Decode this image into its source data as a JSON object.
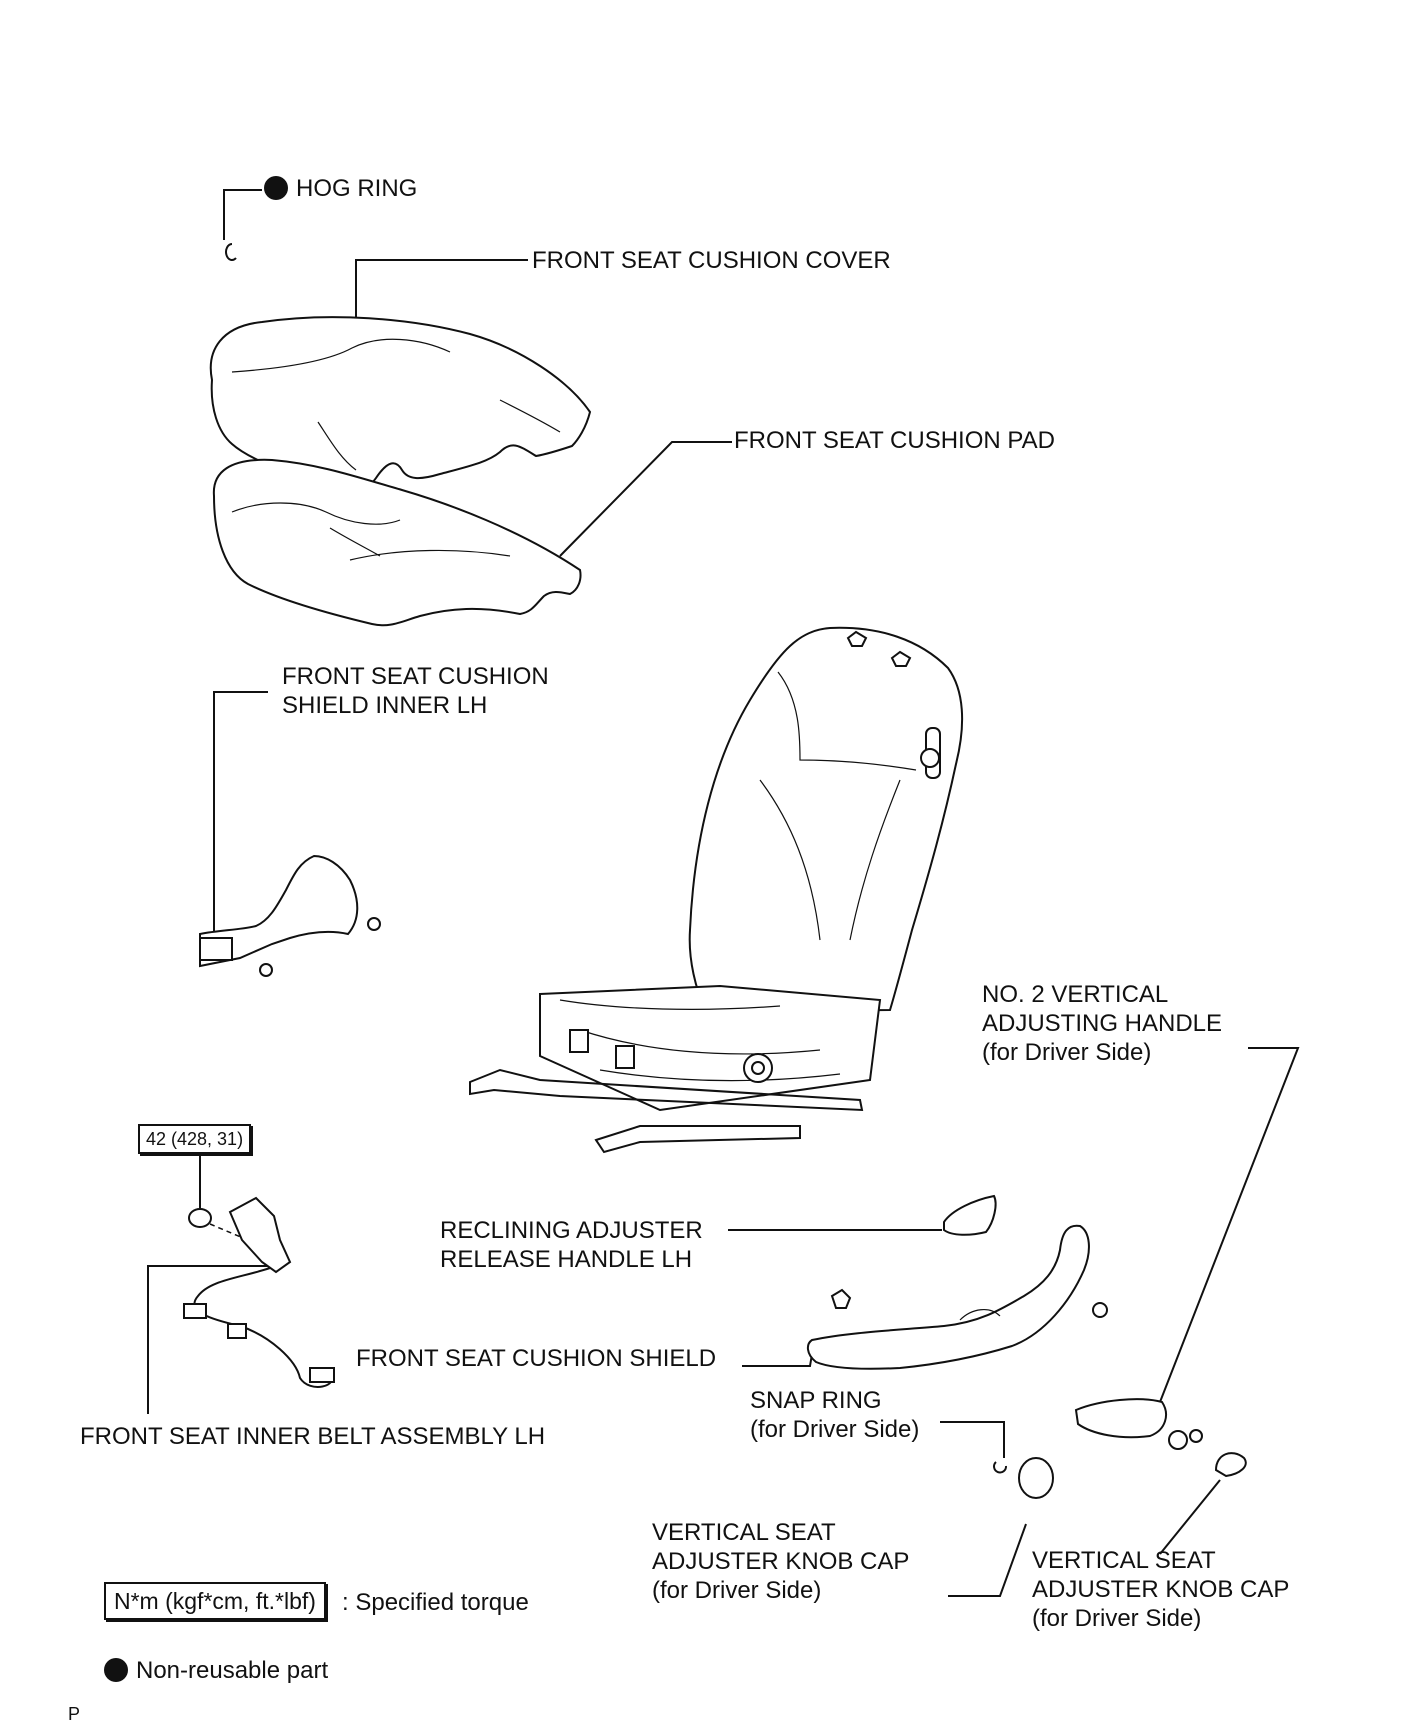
{
  "labels": {
    "hog_ring": "HOG RING",
    "cushion_cover": "FRONT SEAT CUSHION COVER",
    "cushion_pad": "FRONT SEAT CUSHION PAD",
    "shield_inner_l1": "FRONT SEAT CUSHION",
    "shield_inner_l2": "SHIELD INNER LH",
    "vert_handle_l1": "NO. 2 VERTICAL",
    "vert_handle_l2": "ADJUSTING HANDLE",
    "vert_handle_l3": "(for Driver Side)",
    "torque_value": "42 (428, 31)",
    "recline_l1": "RECLINING ADJUSTER",
    "recline_l2": "RELEASE HANDLE LH",
    "cushion_shield": "FRONT SEAT CUSHION SHIELD",
    "inner_belt": "FRONT SEAT INNER BELT ASSEMBLY LH",
    "snap_l1": "SNAP RING",
    "snap_l2": "(for Driver Side)",
    "knob_a_l1": "VERTICAL SEAT",
    "knob_a_l2": "ADJUSTER KNOB CAP",
    "knob_a_l3": "(for Driver Side)",
    "knob_b_l1": "VERTICAL SEAT",
    "knob_b_l2": "ADJUSTER KNOB CAP",
    "knob_b_l3": "(for Driver Side)"
  },
  "legend": {
    "torque_unit": "N*m (kgf*cm, ft.*lbf)",
    "torque_text": ": Specified torque",
    "nonreusable_text": "Non-reusable part"
  },
  "corner_mark": "P"
}
